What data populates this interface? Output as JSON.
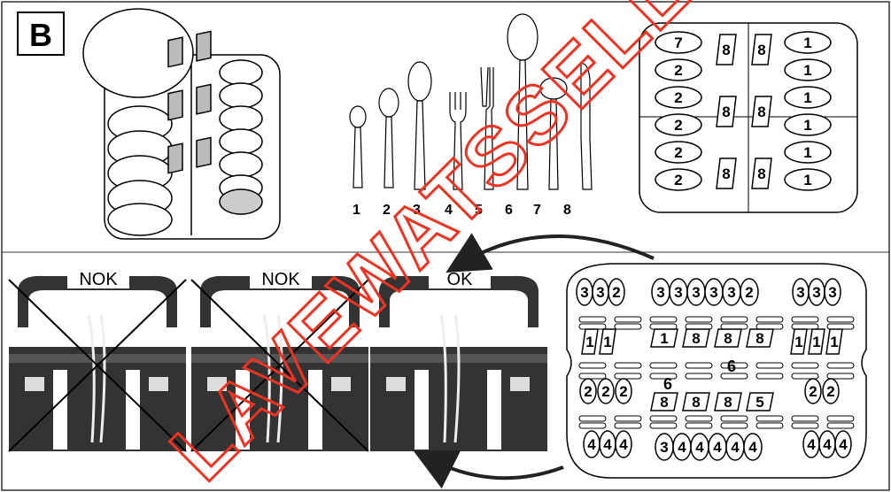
{
  "panel_label": "B",
  "cutlery_numbers": [
    "1",
    "2",
    "3",
    "4",
    "5",
    "6",
    "7",
    "8"
  ],
  "basket_labels": [
    "NOK",
    "NOK",
    "OK"
  ],
  "tray_top": {
    "left_col": [
      "7",
      "2",
      "2",
      "2",
      "2",
      "2"
    ],
    "mid_left": [
      "8",
      "8",
      "8"
    ],
    "mid_right": [
      "8",
      "8",
      "8"
    ],
    "right_col": [
      "1",
      "1",
      "1",
      "1",
      "1",
      "1"
    ]
  },
  "tray_bottom": {
    "row1_left": [
      "3",
      "3",
      "2"
    ],
    "row1_mid": [
      "3",
      "3",
      "3",
      "3",
      "3",
      "2"
    ],
    "row1_right": [
      "3",
      "3",
      "3"
    ],
    "row2_left": [
      "1",
      "1"
    ],
    "row2_mid": [
      "1",
      "8",
      "8",
      "8"
    ],
    "row2_right": [
      "1",
      "1",
      "1"
    ],
    "center_upper": "6",
    "center_lower": "6",
    "row3_left": [
      "2",
      "2",
      "2"
    ],
    "row3_right": [
      "2",
      "2"
    ],
    "row4_mid": [
      "8",
      "8",
      "8",
      "5"
    ],
    "row5_left": [
      "4",
      "4",
      "4"
    ],
    "row5_mid": [
      "3",
      "4",
      "4",
      "4",
      "4",
      "4"
    ],
    "row5_right": [
      "4",
      "4",
      "4"
    ]
  },
  "watermark": "LAVEWATSSELL"
}
